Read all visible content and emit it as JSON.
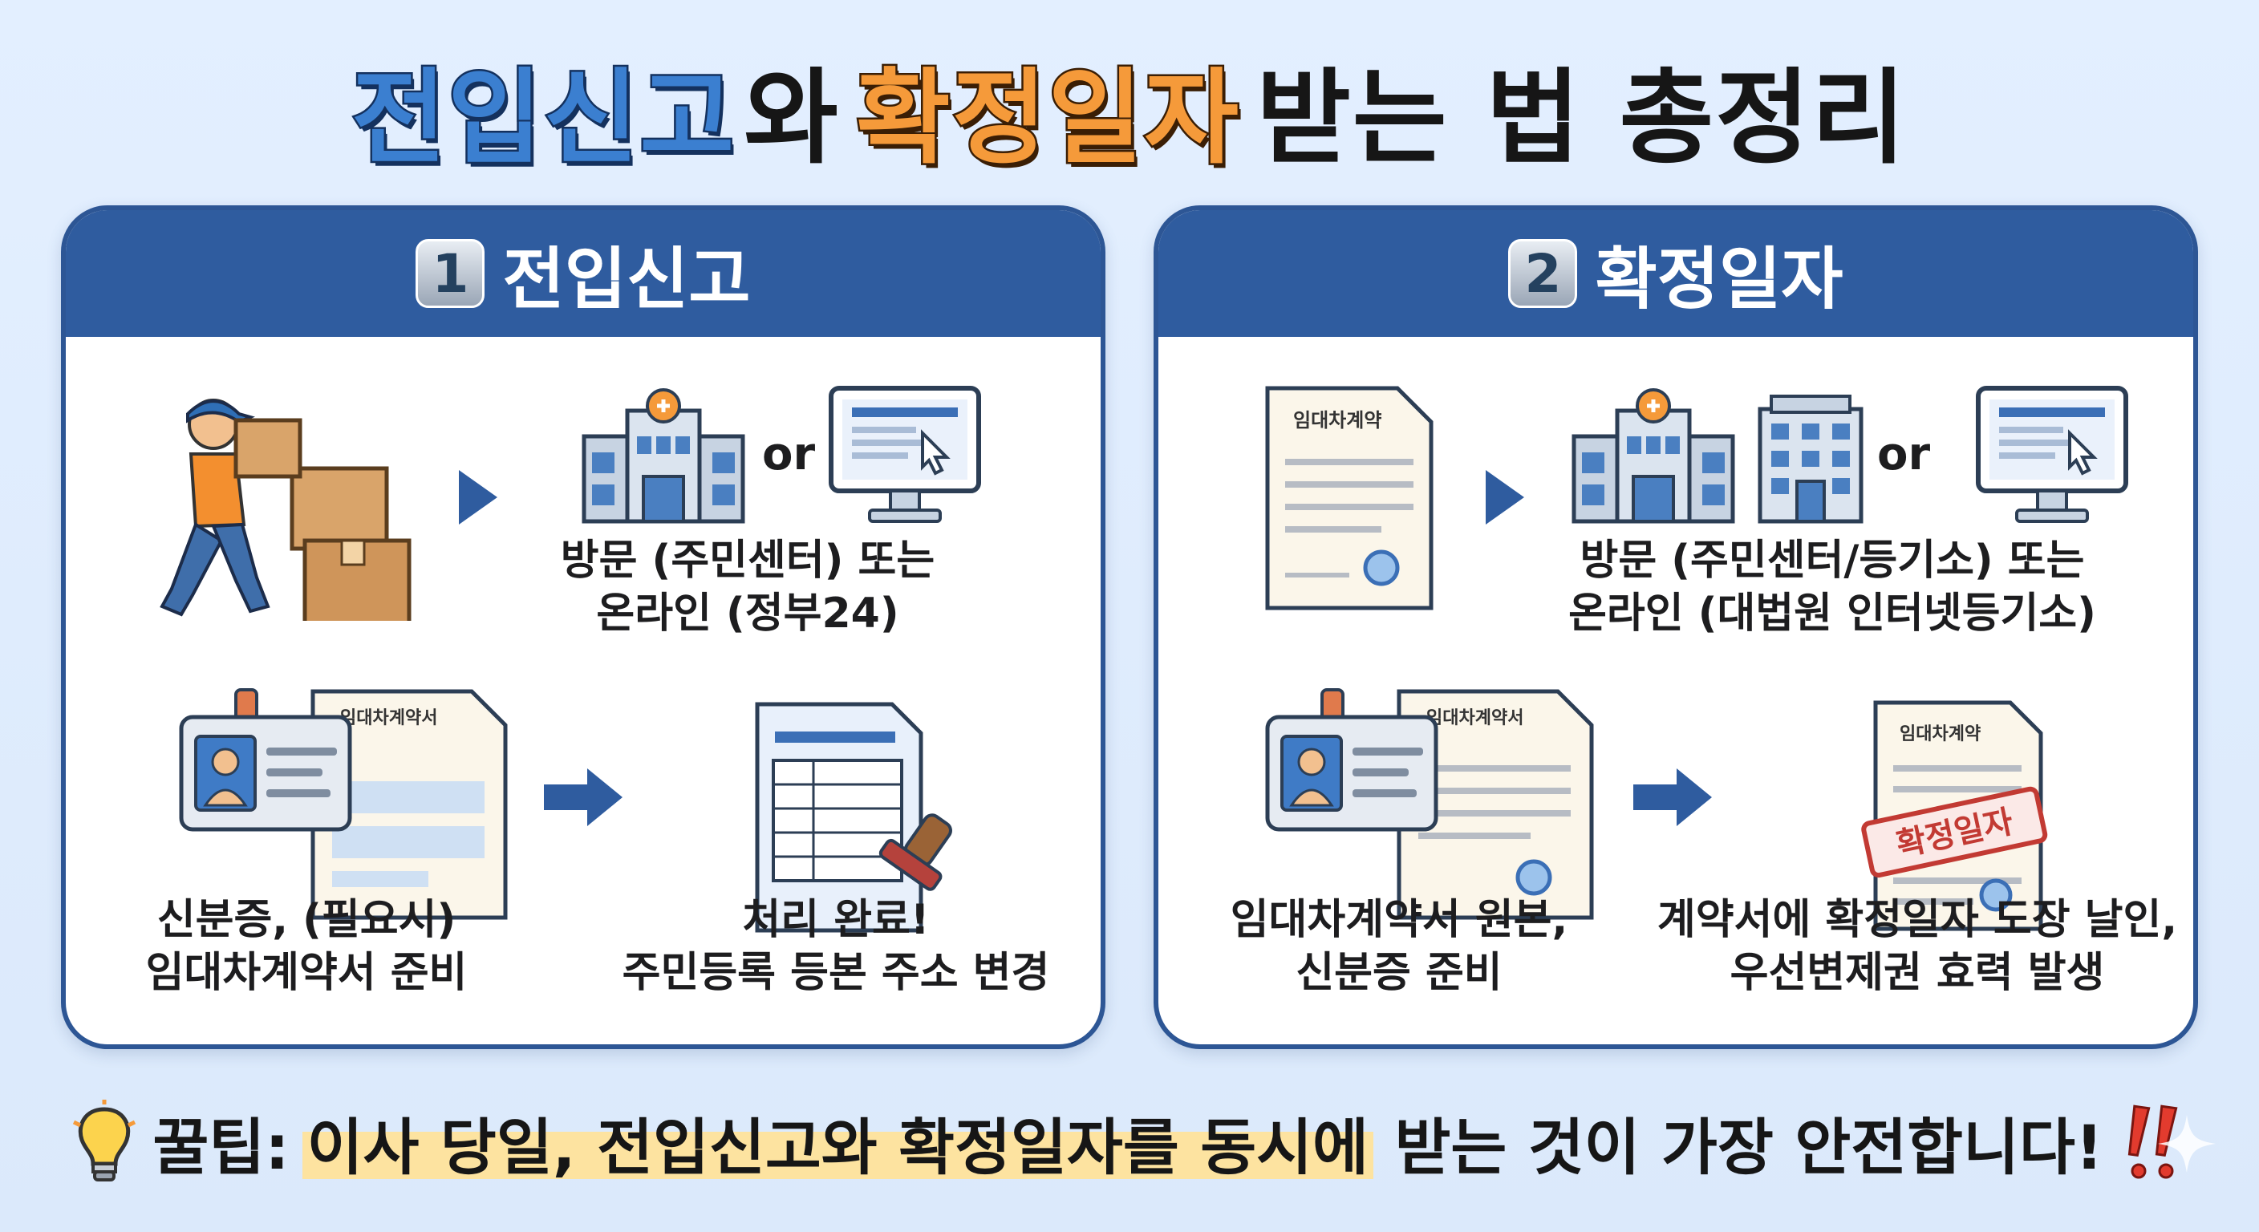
{
  "title": {
    "part1": "전입신고",
    "part2": "와",
    "part3": "확정일자",
    "part4": "받는 법 총정리"
  },
  "colors": {
    "header_blue": "#2f5c9f",
    "title_blue": "#3b7fd0",
    "title_orange": "#f59a3a",
    "highlight": "#fde3a0"
  },
  "panel1": {
    "number": "1",
    "title": "전입신고",
    "or_text": "or",
    "step1_caption": [
      "방문 (주민센터) 또는",
      "온라인 (정부24)"
    ],
    "step2_caption": [
      "신분증, (필요시)",
      "임대차계약서 준비"
    ],
    "step3_caption": [
      "처리 완료!",
      "주민등록 등본 주소 변경"
    ],
    "doc_label": "임대차계약서",
    "icons": [
      "moving-person-icon",
      "government-building-icon",
      "computer-monitor-icon",
      "id-card-icon",
      "contract-document-icon",
      "stamped-form-icon"
    ]
  },
  "panel2": {
    "number": "2",
    "title": "확정일자",
    "or_text": "or",
    "step1_caption": [
      "방문 (주민센터/등기소) 또는",
      "온라인 (대법원 인터넷등기소)"
    ],
    "step2_caption": [
      "임대차계약서 원본,",
      "신분증 준비"
    ],
    "step3_caption": [
      "계약서에 확정일자 도장 날인,",
      "우선변제권 효력 발생"
    ],
    "lease_doc_label": "임대차계약",
    "doc_label": "임대차계약서",
    "stamp_text": "확정일자",
    "icons": [
      "lease-document-icon",
      "government-building-icon",
      "registry-office-icon",
      "computer-monitor-icon",
      "id-card-icon",
      "contract-document-icon",
      "stamped-contract-icon"
    ]
  },
  "tip": {
    "label": "꿀팁:",
    "highlighted": "이사 당일, 전입신고와 확정일자를 동시에",
    "rest": " 받는 것이 가장 안전합니다!",
    "icons": [
      "light-bulb-icon",
      "double-exclamation-icon",
      "sparkle-icon"
    ]
  }
}
